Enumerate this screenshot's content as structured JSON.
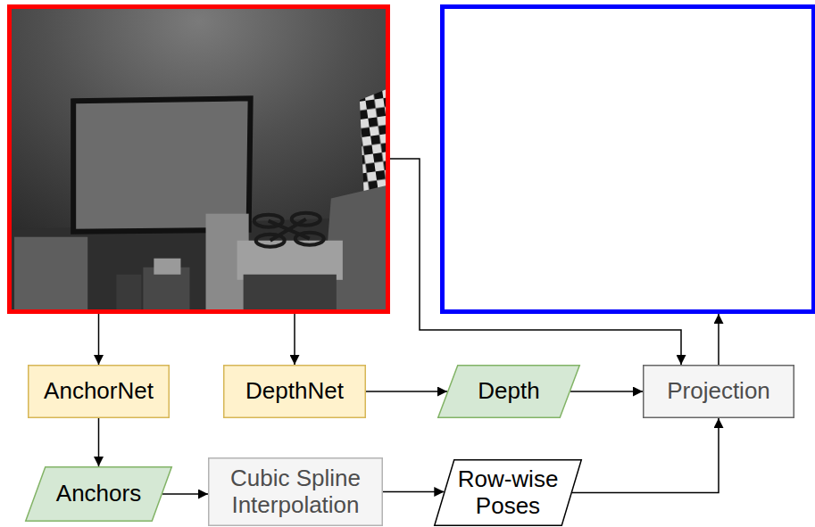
{
  "diagram": {
    "nodes": [
      {
        "text": [
          "AnchorNet"
        ]
      },
      {
        "text": [
          "DepthNet"
        ]
      },
      {
        "text": [
          "Depth"
        ]
      },
      {
        "text": [
          "Projection"
        ]
      },
      {
        "text": [
          "Anchors"
        ]
      },
      {
        "text": [
          "Cubic Spline Interpolation"
        ]
      },
      {
        "text": [
          "Row-wise Poses"
        ]
      }
    ],
    "edges": [
      {
        "from": 0,
        "to": 4,
        "arrow": "to"
      },
      {
        "from": 1,
        "to": 2,
        "arrow": "to"
      },
      {
        "from": 2,
        "to": 3,
        "arrow": "to"
      },
      {
        "from": 4,
        "to": 5,
        "arrow": "to"
      },
      {
        "from": 5,
        "to": 6,
        "arrow": "to"
      },
      {
        "from": 6,
        "to": 3,
        "arrow": "to"
      }
    ]
  }
}
